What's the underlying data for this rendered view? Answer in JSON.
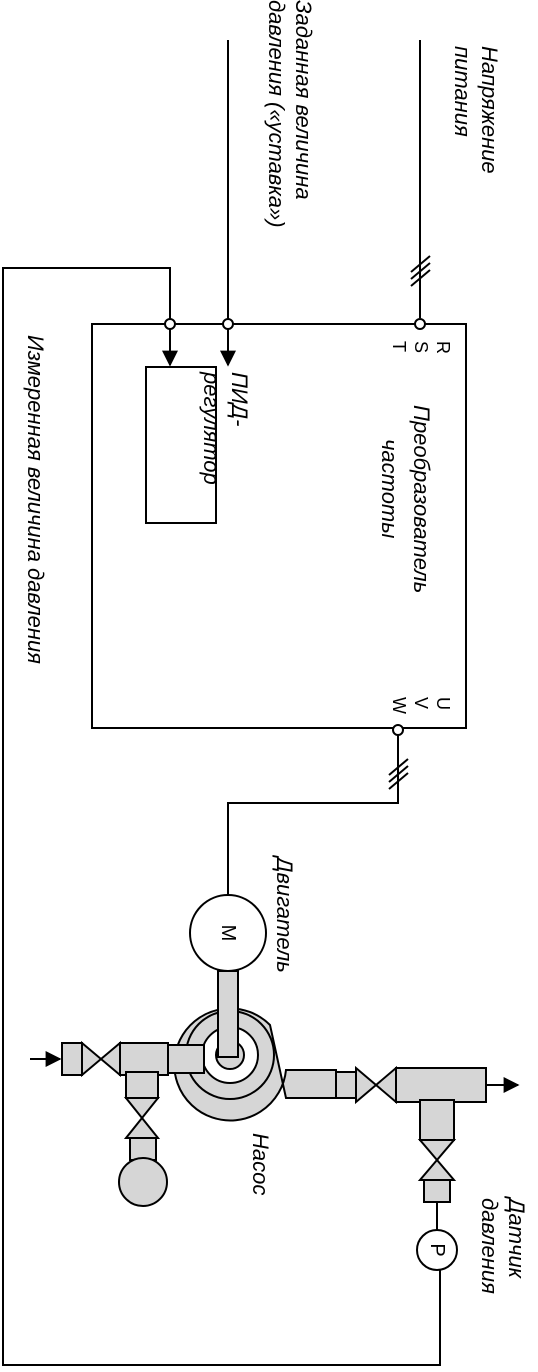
{
  "labels": {
    "supply_voltage": [
      "Напряжение",
      "питания"
    ],
    "setpoint": [
      "Заданная величина",
      "давления («уставка»)"
    ],
    "measured": "Измеренная величина давления",
    "converter": [
      "Преобразователь",
      "частоты"
    ],
    "pid": [
      "ПИД-",
      "регулятор"
    ],
    "motor": "Двигатель",
    "pump": "Насос",
    "sensor": [
      "Датчик",
      "давления"
    ]
  },
  "terminals": {
    "input": [
      "R",
      "S",
      "T"
    ],
    "output": [
      "U",
      "V",
      "W"
    ]
  },
  "symbols": {
    "motor": "M",
    "sensor": "P"
  }
}
